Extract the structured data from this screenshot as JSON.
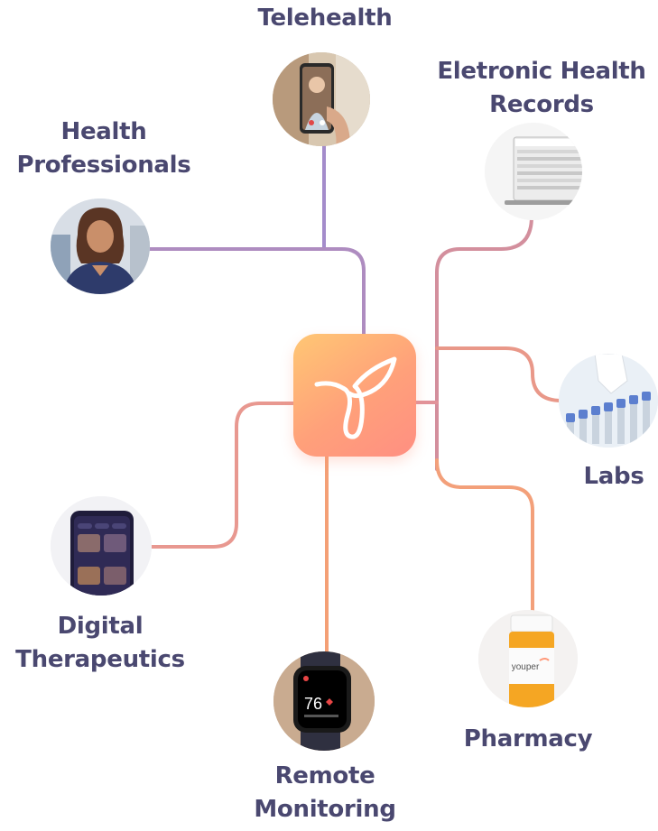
{
  "nodes": {
    "telehealth": "Telehealth",
    "ehr": [
      "Eletronic Health",
      "Records"
    ],
    "health_professionals": [
      "Health",
      "Professionals"
    ],
    "labs": "Labs",
    "digital_therapeutics": [
      "Digital",
      "Therapeutics"
    ],
    "remote_monitoring": [
      "Remote",
      "Monitoring"
    ],
    "pharmacy": "Pharmacy"
  },
  "images": {
    "pharmacy_bottle_brand": "youper",
    "watch_heart_rate": "76"
  },
  "colors": {
    "label": "#4a4870",
    "link_purple": "#a18ac8",
    "link_orange": "#f0a070",
    "hub_light": "#ffc774",
    "hub_dark": "#ff8f82"
  }
}
